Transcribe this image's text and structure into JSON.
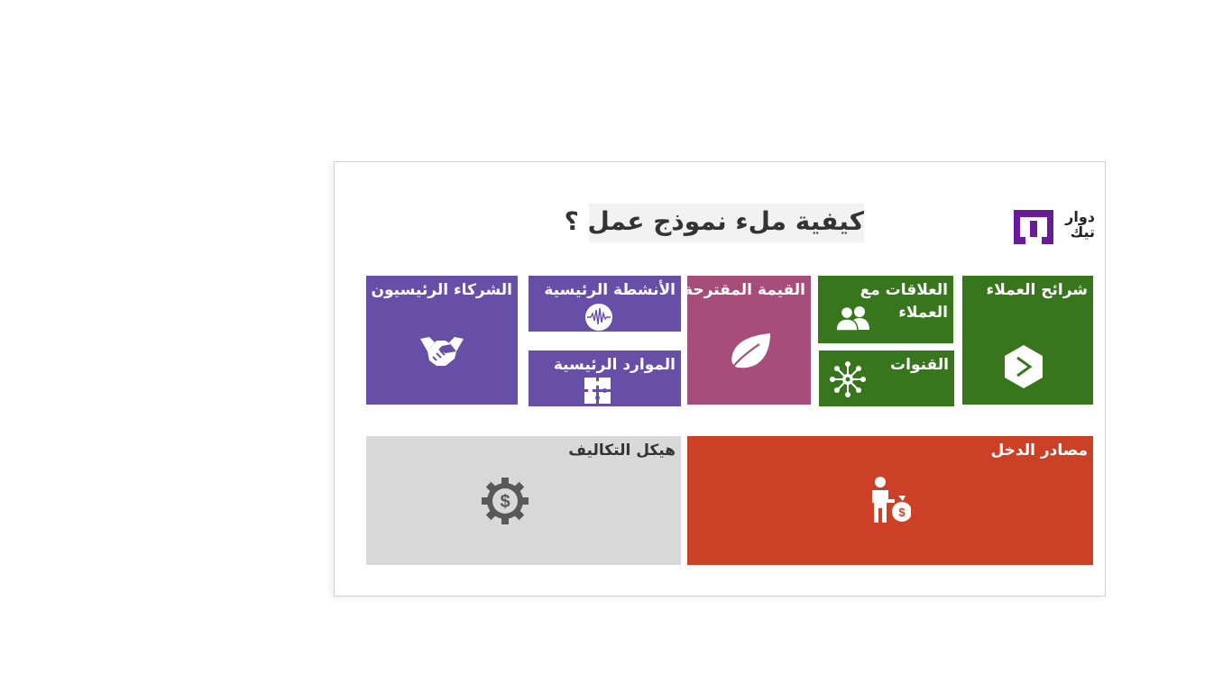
{
  "page": {
    "title": "كيفية ملء نموذج عمل ؟",
    "logo": {
      "text": "دوار\nتيك",
      "icon": "dawartech-logo-mark",
      "brand_color": "#6a1b9a"
    }
  },
  "canvas": {
    "tiles": {
      "key_partners": {
        "label": "الشركاء الرئيسيون",
        "icon": "handshake-icon",
        "color": "#674ea7"
      },
      "key_activities": {
        "label": "الأنشطة الرئيسية",
        "icon": "waveform-icon",
        "color": "#674ea7"
      },
      "key_resources": {
        "label": "الموارد الرئيسية",
        "icon": "puzzle-icon",
        "color": "#674ea7"
      },
      "value_propositions": {
        "label": "القيمة المقترحة",
        "icon": "leaf-icon",
        "color": "#a64d79"
      },
      "customer_relationships": {
        "label": "العلاقات مع\nالعملاء",
        "icon": "users-icon",
        "color": "#38761d"
      },
      "channels": {
        "label": "القنوات",
        "icon": "network-hub-icon",
        "color": "#38761d"
      },
      "customer_segments": {
        "label": "شرائح العملاء",
        "icon": "play-hexagon-icon",
        "color": "#38761d"
      },
      "cost_structure": {
        "label": "هيكل التكاليف",
        "icon": "dollar-gear-icon",
        "color": "#d9d9d9"
      },
      "revenue_streams": {
        "label": "مصادر الدخل",
        "icon": "person-money-bag-icon",
        "color": "#cc4125"
      }
    }
  }
}
